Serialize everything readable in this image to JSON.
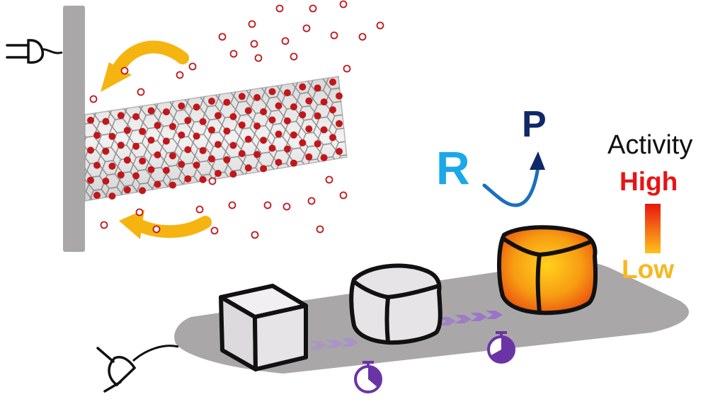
{
  "labels": {
    "reactant": "R",
    "product": "P",
    "activity_title": "Activity",
    "activity_high": "High",
    "activity_low": "Low"
  },
  "colors": {
    "electrode": "#a9a7a8",
    "platform": "#a9a7a8",
    "atom": "#c2161b",
    "arrow_orange": "#f5b40f",
    "reactant": "#1aa8e8",
    "product": "#0f2866",
    "timer": "#6b34a6",
    "chevron": "#a98bd6",
    "cube_plain": "#e6e4e6",
    "cube_hot_core": "#f79c12",
    "cube_hot_edge": "#e8420f",
    "high": "#e81414",
    "low": "#f7b81e"
  },
  "icons": {
    "plug_top": "electric-plug-icon",
    "plug_bottom": "electric-plug-icon",
    "timer_1": "stopwatch-icon",
    "timer_2": "stopwatch-icon",
    "reaction_arrow": "curved-arrow-icon"
  },
  "activity_scale": {
    "cubes": [
      "low",
      "medium",
      "high"
    ]
  }
}
